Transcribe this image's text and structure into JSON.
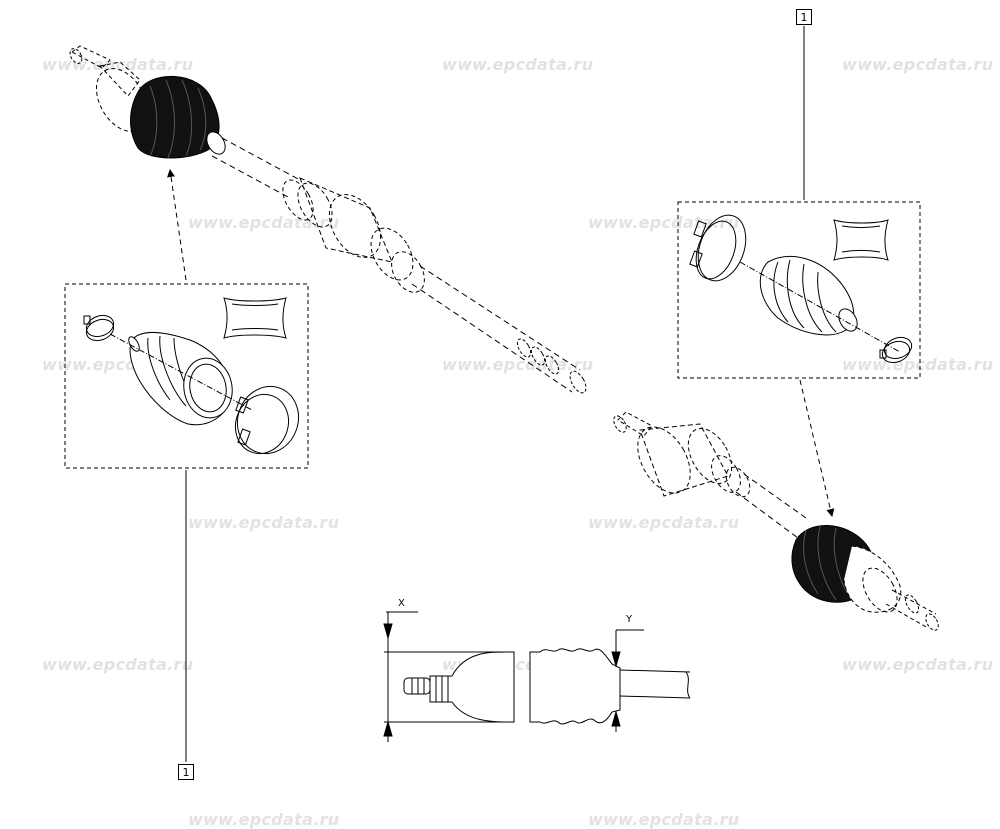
{
  "watermark": {
    "text": "www.epcdata.ru",
    "color": "#e2e2e2"
  },
  "callouts": {
    "top_right_ref": "1",
    "bottom_left_ref": "1"
  },
  "detail": {
    "x_label": "X",
    "y_label": "Y"
  },
  "colors": {
    "line": "#000000",
    "background": "#ffffff",
    "boot_fill": "#111111"
  }
}
